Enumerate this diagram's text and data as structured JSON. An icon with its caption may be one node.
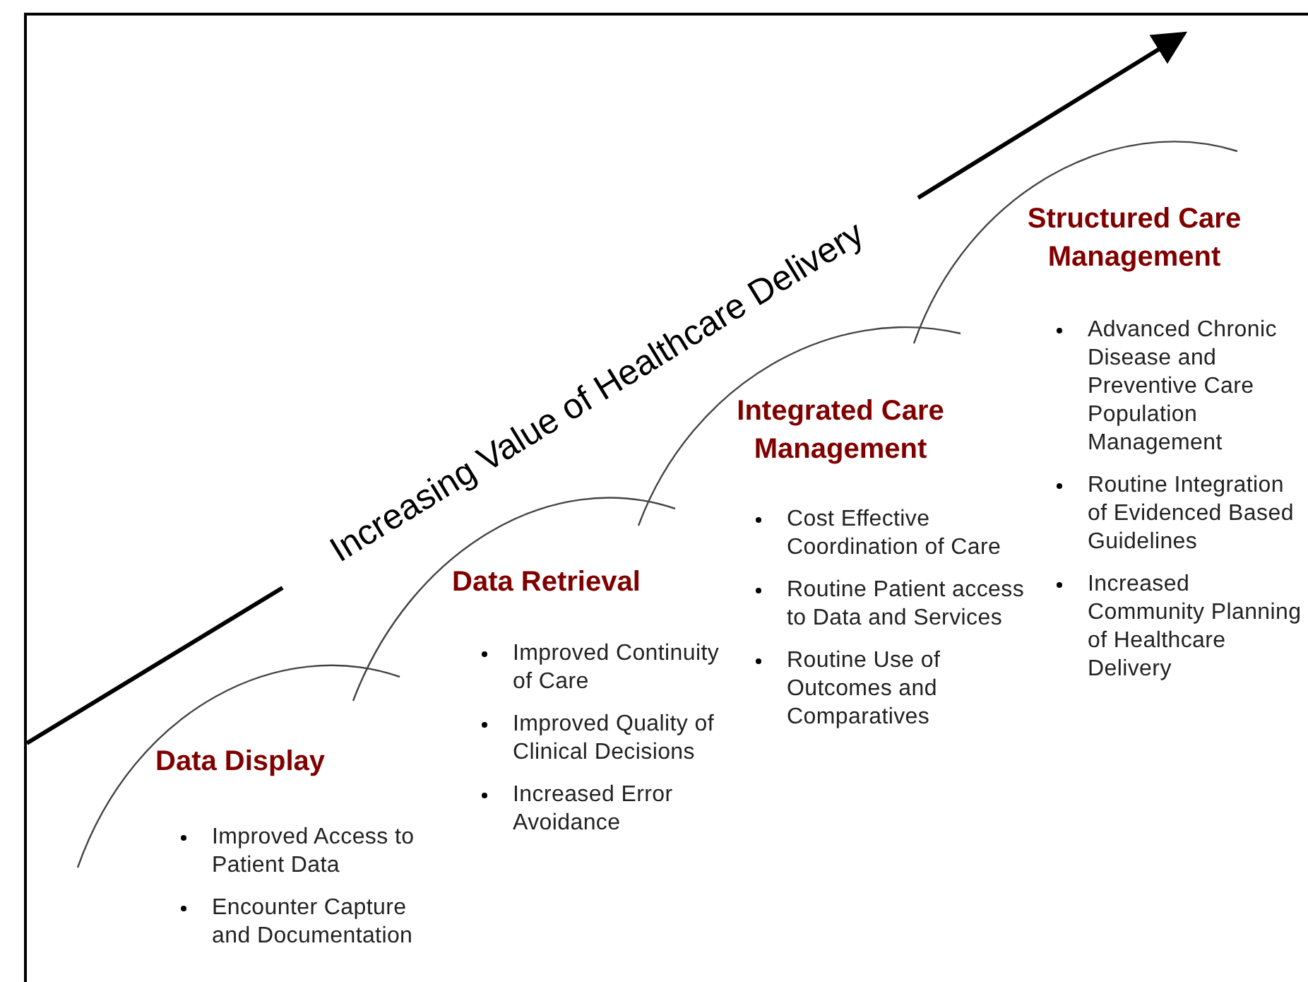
{
  "diagram": {
    "labels": [
      "Increasing Value of Healthcare Delivery",
      "Data Display",
      "Improved Access to Patient Data",
      "Encounter Capture and Documentation",
      "Data Retrieval",
      "Improved Continuity of Care",
      "Improved Quality of Clinical Decisions",
      "Increased Error Avoidance",
      "Integrated Care Management",
      "Cost Effective Coordination of Care",
      "Routine Patient access to Data and Services",
      "Routine Use of Outcomes and Comparatives",
      "Structured Care Management",
      "Advanced Chronic Disease and Preventive Care Population Management",
      "Routine Integration of Evidenced Based Guidelines",
      "Increased Community Planning of Healthcare Delivery"
    ]
  }
}
